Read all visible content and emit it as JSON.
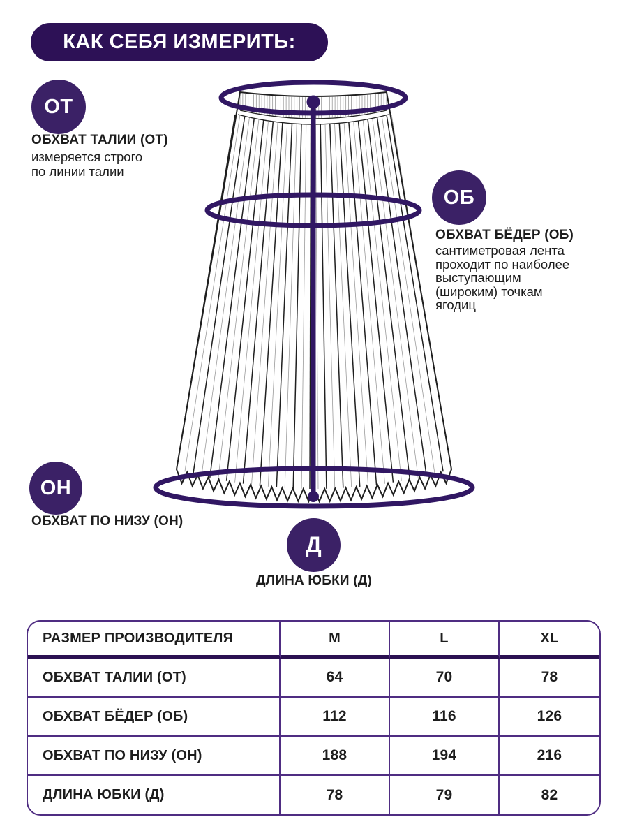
{
  "colors": {
    "deep_purple": "#2D1156",
    "badge_purple": "#3B2166",
    "diagram_purple": "#311763",
    "table_border": "#4F2D82",
    "table_header_line": "#2B1152",
    "ink": "#1D1D1D"
  },
  "header": {
    "title": "КАК СЕБЯ ИЗМЕРИТЬ:"
  },
  "measures": [
    {
      "badge": "ОТ",
      "label": "ОБХВАТ ТАЛИИ (ОТ)",
      "description": "измеряется строго\nпо линии талии"
    },
    {
      "badge": "ОБ",
      "label": "ОБХВАТ БЁДЕР (ОБ)",
      "description": "сантиметровая лента\nпроходит по наиболее\nвыступающим\n(широким) точкам\nягодиц"
    },
    {
      "badge": "ОН",
      "label": "ОБХВАТ ПО НИЗУ (ОН)",
      "description": ""
    },
    {
      "badge": "Д",
      "label": "ДЛИНА ЮБКИ (Д)",
      "description": ""
    }
  ],
  "size_table": {
    "headers": [
      "РАЗМЕР ПРОИЗВОДИТЕЛЯ",
      "M",
      "L",
      "XL"
    ],
    "rows": [
      {
        "label": "ОБХВАТ ТАЛИИ (ОТ)",
        "values": [
          "64",
          "70",
          "78"
        ]
      },
      {
        "label": "ОБХВАТ БЁДЕР (ОБ)",
        "values": [
          "112",
          "116",
          "126"
        ]
      },
      {
        "label": "ОБХВАТ ПО НИЗУ (ОН)",
        "values": [
          "188",
          "194",
          "216"
        ]
      },
      {
        "label": "ДЛИНА ЮБКИ (Д)",
        "values": [
          "78",
          "79",
          "82"
        ]
      }
    ]
  }
}
